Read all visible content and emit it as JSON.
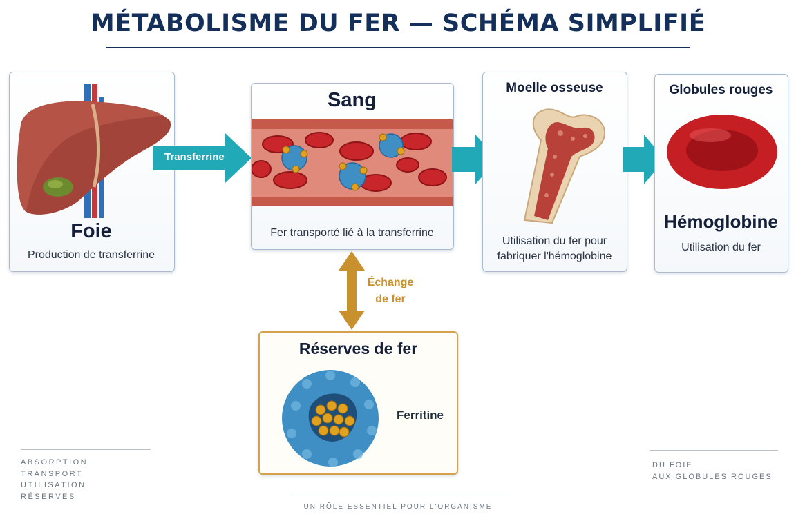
{
  "title": "MÉTABOLISME DU FER — SCHÉMA SIMPLIFIÉ",
  "foie": {
    "name": "Foie",
    "description": "Production de transferrine"
  },
  "arrow_transferrine": {
    "label": "Transferrine"
  },
  "sang": {
    "name": "Sang",
    "description": "Fer transporté lié à la transferrine"
  },
  "moelle": {
    "name": "Moelle osseuse",
    "description_line1": "Utilisation du fer pour",
    "description_line2": "fabriquer l'hémoglobine"
  },
  "globules": {
    "name": "Globules rouges",
    "subtitle": "Hémoglobine",
    "description": "Utilisation du fer"
  },
  "exchange": {
    "line1": "Échange",
    "line2": "de fer"
  },
  "reserves": {
    "name": "Réserves de fer",
    "label": "Ferritine"
  },
  "left_notes": [
    "ABSORPTION",
    "TRANSPORT",
    "UTILISATION",
    "RÉSERVES"
  ],
  "right_notes": [
    "DU FOIE",
    "AUX GLOBULES ROUGES"
  ],
  "footer": "UN RÔLE ESSENTIEL POUR L'ORGANISME",
  "colors": {
    "title": "#14305a",
    "arrow": "#22a9b8",
    "exchange": "#c9902e",
    "blood": "#c8262a",
    "protein": "#3f8fc4",
    "iron": "#e0a020"
  }
}
